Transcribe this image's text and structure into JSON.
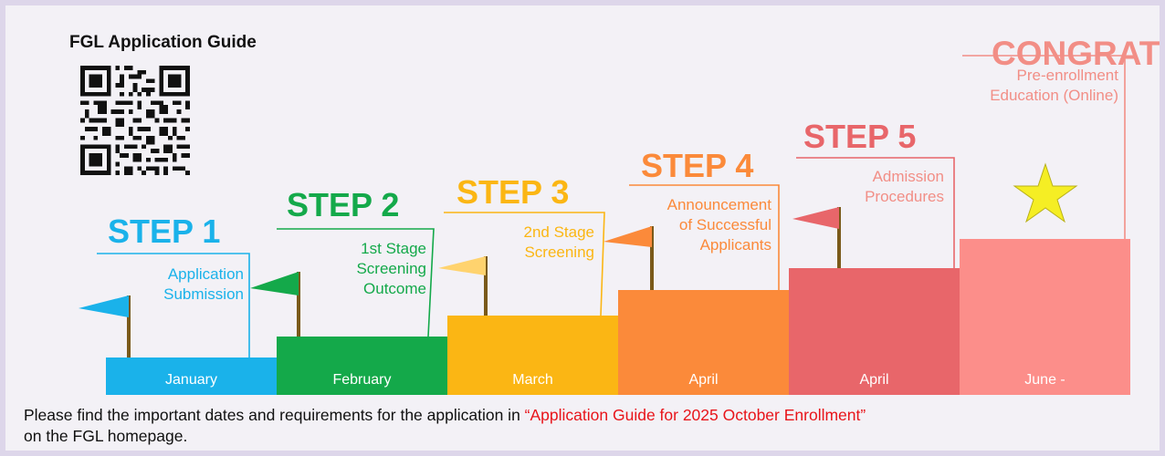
{
  "header": {
    "title": "FGL Application Guide"
  },
  "qr": {
    "icon": "qr-code-icon"
  },
  "congrats": {
    "label": "CONGRATS!"
  },
  "steps": [
    {
      "label": "STEP 1",
      "description": [
        "Application",
        "Submission"
      ],
      "month": "January",
      "color": "#1ab2ea"
    },
    {
      "label": "STEP 2",
      "description": [
        "1st Stage",
        "Screening",
        "Outcome"
      ],
      "month": "February",
      "color": "#14a94a"
    },
    {
      "label": "STEP 3",
      "description": [
        "2nd Stage",
        "Screening"
      ],
      "month": "March",
      "color": "#fbb614"
    },
    {
      "label": "STEP 4",
      "description": [
        "Announcement",
        "of Successful",
        "Applicants"
      ],
      "month": "April",
      "color": "#fb8a3a"
    },
    {
      "label": "STEP 5",
      "description": [
        "Admission",
        "Procedures"
      ],
      "month": "April",
      "color": "#e8666a"
    }
  ],
  "final": {
    "description": [
      "Pre-enrollment",
      "Education (Online)"
    ],
    "month": "June -",
    "color": "#fc8e8a",
    "icon": "star-icon"
  },
  "footer": {
    "text_before": "Please find the important dates and requirements for the application in ",
    "link_text": "“Application Guide for 2025 October Enrollment”",
    "text_after": "on the FGL homepage."
  }
}
